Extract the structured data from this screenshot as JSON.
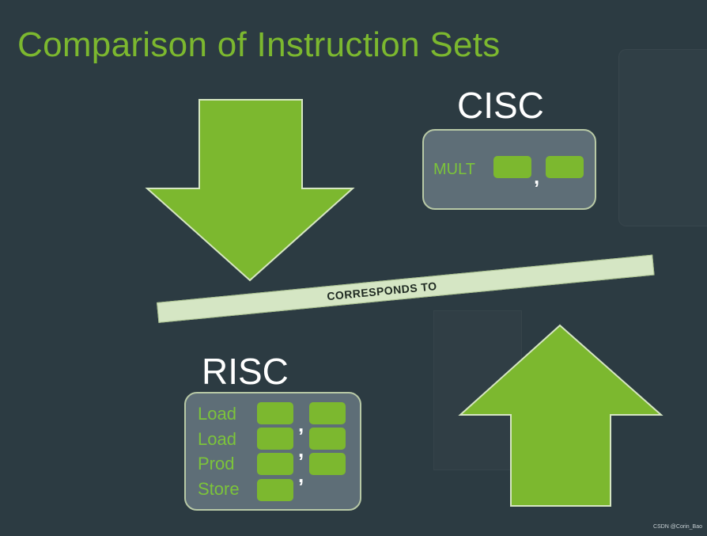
{
  "slide": {
    "title": "Comparison of Instruction Sets",
    "credit": "CSDN @Corin_Bao"
  },
  "cisc": {
    "label": "CISC",
    "instruction": "MULT",
    "separator": ","
  },
  "risc": {
    "label": "RISC",
    "instructions": [
      {
        "op": "Load",
        "operands": 2,
        "separator": ","
      },
      {
        "op": "Load",
        "operands": 2,
        "separator": ","
      },
      {
        "op": "Prod",
        "operands": 2,
        "separator": ","
      },
      {
        "op": "Store",
        "operands": 1,
        "separator": ""
      }
    ]
  },
  "relation": {
    "label": "CORRESPONDS TO"
  },
  "colors": {
    "background": "#2c3b42",
    "accent_green": "#7cb82f",
    "title_green": "#7cb82f",
    "box_fill": "#5e6e77",
    "box_border": "#b8c9a6",
    "band_fill": "#d5e6c4"
  },
  "icons": {
    "down_arrow": "arrow-down-icon",
    "up_arrow": "arrow-up-icon"
  }
}
